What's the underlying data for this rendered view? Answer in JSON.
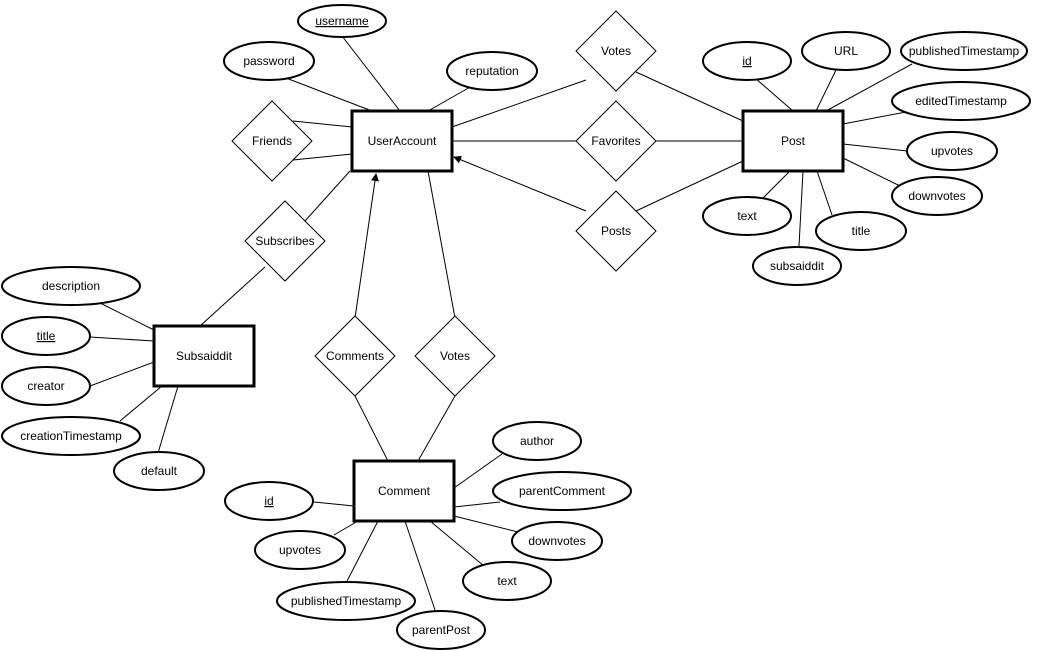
{
  "entities": [
    {
      "id": "useraccount",
      "label": "UserAccount"
    },
    {
      "id": "post",
      "label": "Post"
    },
    {
      "id": "subsaiddit",
      "label": "Subsaiddit"
    },
    {
      "id": "comment",
      "label": "Comment"
    }
  ],
  "relationships": [
    {
      "id": "friends",
      "label": "Friends"
    },
    {
      "id": "votes-post",
      "label": "Votes"
    },
    {
      "id": "favorites",
      "label": "Favorites"
    },
    {
      "id": "posts",
      "label": "Posts"
    },
    {
      "id": "subscribes",
      "label": "Subscribes"
    },
    {
      "id": "comments",
      "label": "Comments"
    },
    {
      "id": "votes-comment",
      "label": "Votes"
    }
  ],
  "attributes": [
    {
      "id": "ua-username",
      "label": "username",
      "key": true
    },
    {
      "id": "ua-password",
      "label": "password",
      "key": false
    },
    {
      "id": "ua-reputation",
      "label": "reputation",
      "key": false
    },
    {
      "id": "post-id",
      "label": "id",
      "key": true
    },
    {
      "id": "post-url",
      "label": "URL",
      "key": false
    },
    {
      "id": "post-published",
      "label": "publishedTimestamp",
      "key": false
    },
    {
      "id": "post-edited",
      "label": "editedTimestamp",
      "key": false
    },
    {
      "id": "post-upvotes",
      "label": "upvotes",
      "key": false
    },
    {
      "id": "post-downvotes",
      "label": "downvotes",
      "key": false
    },
    {
      "id": "post-text",
      "label": "text",
      "key": false
    },
    {
      "id": "post-title",
      "label": "title",
      "key": false
    },
    {
      "id": "post-subsaiddit",
      "label": "subsaiddit",
      "key": false
    },
    {
      "id": "sub-description",
      "label": "description",
      "key": false
    },
    {
      "id": "sub-title",
      "label": "title",
      "key": true
    },
    {
      "id": "sub-creator",
      "label": "creator",
      "key": false
    },
    {
      "id": "sub-creation",
      "label": "creationTimestamp",
      "key": false
    },
    {
      "id": "sub-default",
      "label": "default",
      "key": false
    },
    {
      "id": "com-id",
      "label": "id",
      "key": true
    },
    {
      "id": "com-upvotes",
      "label": "upvotes",
      "key": false
    },
    {
      "id": "com-published",
      "label": "publishedTimestamp",
      "key": false
    },
    {
      "id": "com-parentpost",
      "label": "parentPost",
      "key": false
    },
    {
      "id": "com-text",
      "label": "text",
      "key": false
    },
    {
      "id": "com-downvotes",
      "label": "downvotes",
      "key": false
    },
    {
      "id": "com-parentcomment",
      "label": "parentComment",
      "key": false
    },
    {
      "id": "com-author",
      "label": "author",
      "key": false
    }
  ]
}
